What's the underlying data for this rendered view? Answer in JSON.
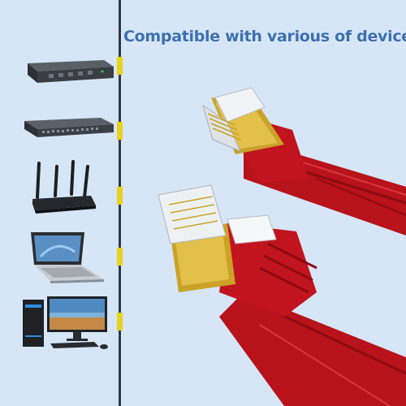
{
  "headline": "Compatible with various of devices",
  "devices": [
    {
      "kind": "modem",
      "icon": "modem-icon"
    },
    {
      "kind": "network-switch",
      "icon": "network-switch-icon"
    },
    {
      "kind": "wifi-router",
      "icon": "wifi-router-icon"
    },
    {
      "kind": "laptop",
      "icon": "laptop-icon"
    },
    {
      "kind": "desktop-computer",
      "icon": "desktop-computer-icon"
    }
  ],
  "colors": {
    "background": "#d6e6f7",
    "headline": "#3d6fb0",
    "cable": "#b8121b",
    "connector_gold": "#c9a227",
    "divider": "#2d3a4a",
    "divider_marks": "#e8d21b"
  }
}
